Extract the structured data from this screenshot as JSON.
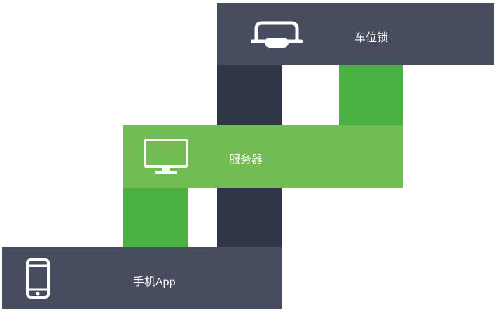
{
  "colors": {
    "dark_bar": "#474c5e",
    "dark_connector": "#2f3645",
    "green_bar": "#72bd53",
    "green_connector": "#4ab142",
    "background": "#ffffff"
  },
  "nodes": {
    "parking_lock": {
      "label": "车位锁",
      "icon": "parking-lock-icon"
    },
    "server": {
      "label": "服务器",
      "icon": "monitor-icon"
    },
    "mobile_app": {
      "label": "手机App",
      "icon": "smartphone-icon"
    }
  }
}
